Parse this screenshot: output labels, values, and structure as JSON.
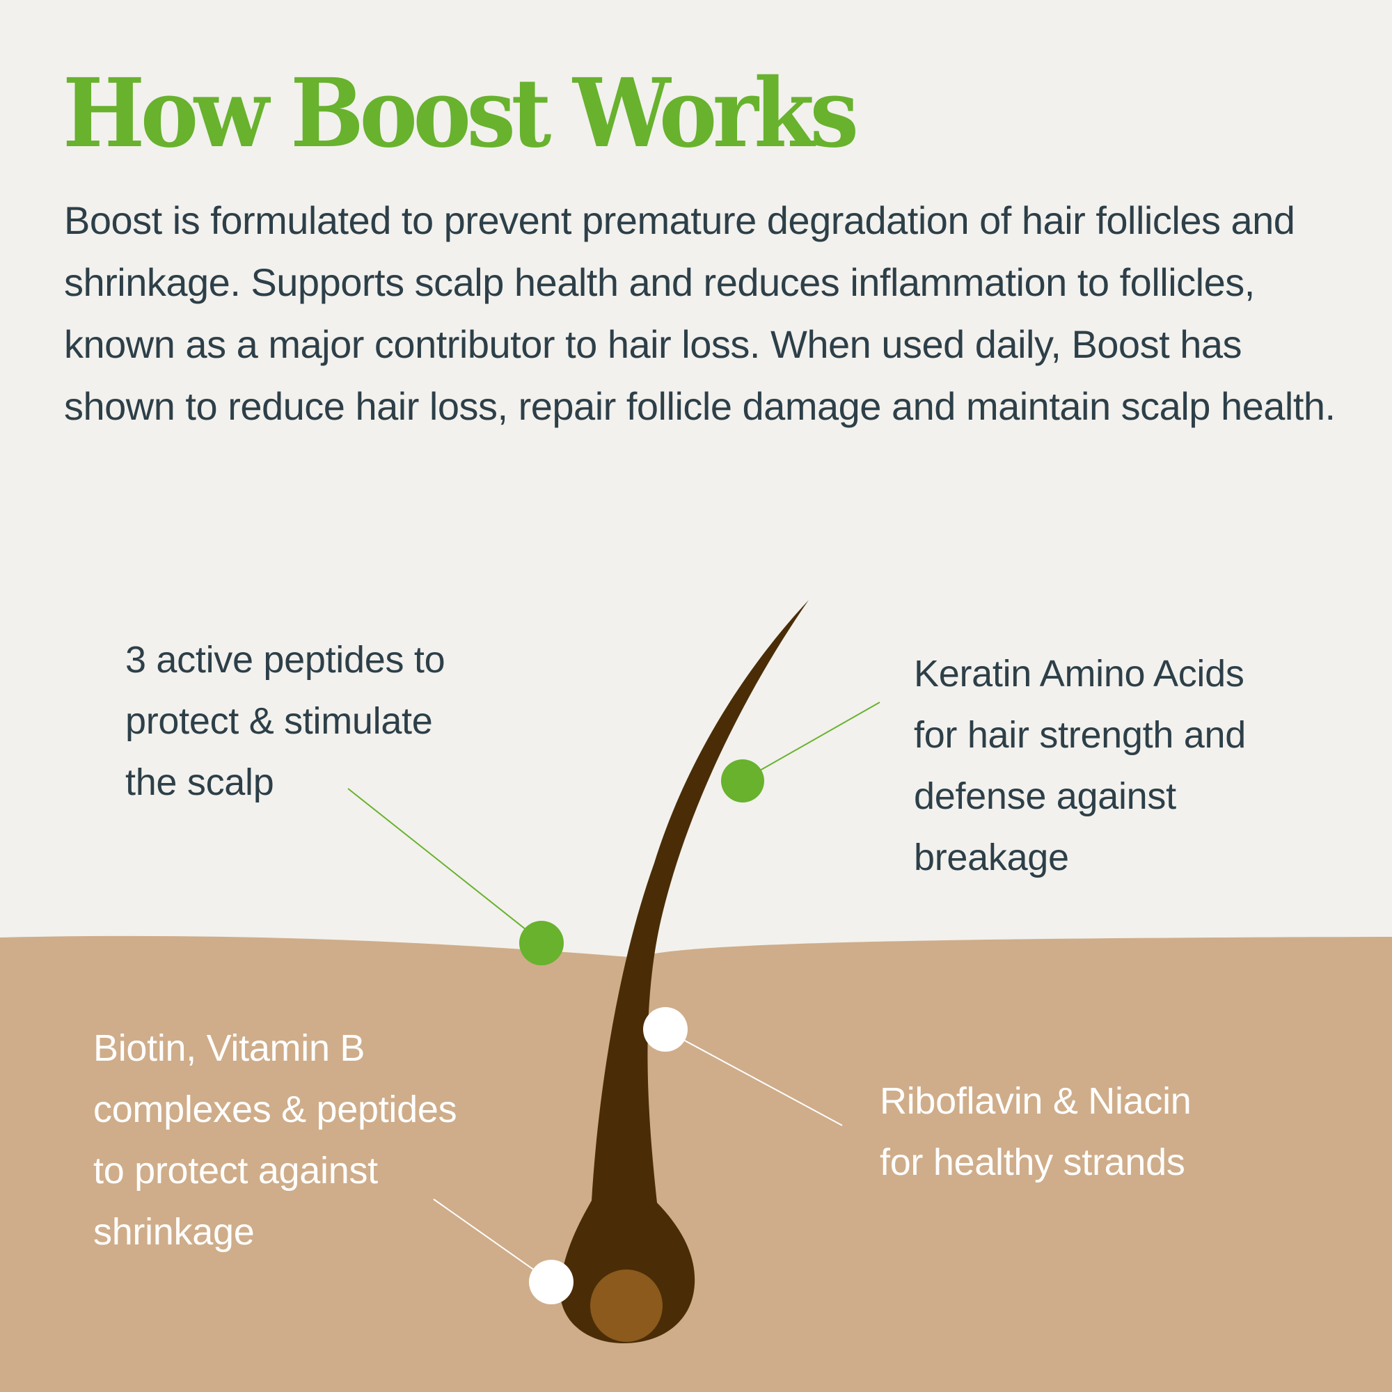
{
  "header": {
    "title": "How Boost Works",
    "intro": "Boost is formulated to prevent premature degradation of hair follicles and shrinkage. Supports scalp health and reduces inflammation to follicles, known as a major contributor to hair loss. When used daily, Boost has shown to reduce hair loss, repair follicle damage and maintain scalp health."
  },
  "colors": {
    "background": "#f2f1ed",
    "title_green": "#68b22e",
    "text_dark": "#2d3f48",
    "skin": "#cfad8a",
    "hair": "#4a2d07",
    "papilla": "#8b5a1c",
    "marker_green": "#68b22e",
    "marker_white": "#ffffff"
  },
  "callouts": [
    {
      "id": "peptides",
      "lines": [
        "3 active peptides to",
        "protect & stimulate",
        "the scalp"
      ],
      "marker": "green",
      "position": "top-left"
    },
    {
      "id": "keratin",
      "lines": [
        "Keratin Amino Acids",
        "for hair strength and",
        "defense against",
        "breakage"
      ],
      "marker": "green",
      "position": "top-right"
    },
    {
      "id": "biotin",
      "lines": [
        "Biotin, Vitamin B",
        "complexes & peptides",
        "to protect against",
        "shrinkage"
      ],
      "marker": "white",
      "position": "bottom-left"
    },
    {
      "id": "riboflavin",
      "lines": [
        "Riboflavin & Niacin",
        "for healthy strands"
      ],
      "marker": "white",
      "position": "bottom-right"
    }
  ]
}
